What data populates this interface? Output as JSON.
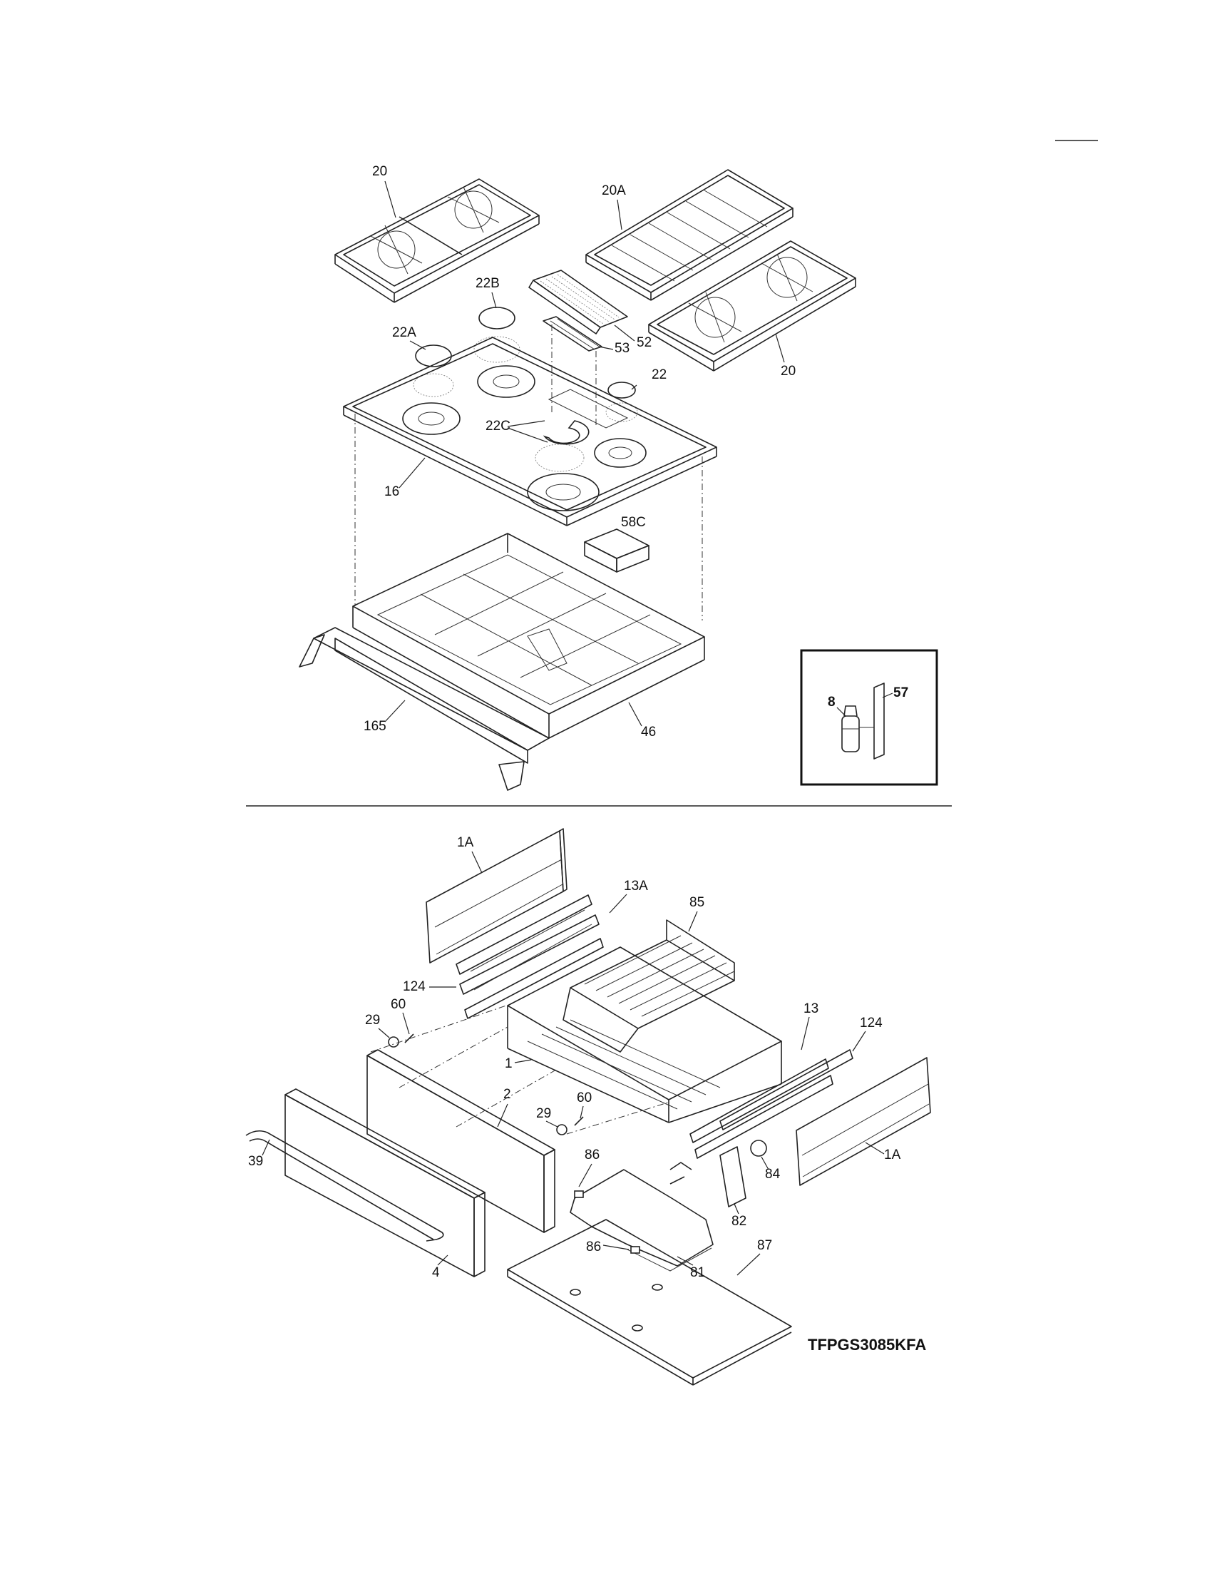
{
  "model_number": "TFPGS3085KFA",
  "top_section": {
    "callouts": [
      "20",
      "20A",
      "22B",
      "22A",
      "52",
      "53",
      "22",
      "20",
      "22C",
      "16",
      "58C",
      "165",
      "46"
    ]
  },
  "inset": {
    "callouts": [
      "8",
      "57"
    ]
  },
  "bottom_section": {
    "callouts": [
      "1A",
      "13A",
      "85",
      "124",
      "29",
      "60",
      "13",
      "124",
      "1",
      "2",
      "29",
      "60",
      "39",
      "86",
      "84",
      "1A",
      "82",
      "86",
      "87",
      "81",
      "4"
    ]
  }
}
